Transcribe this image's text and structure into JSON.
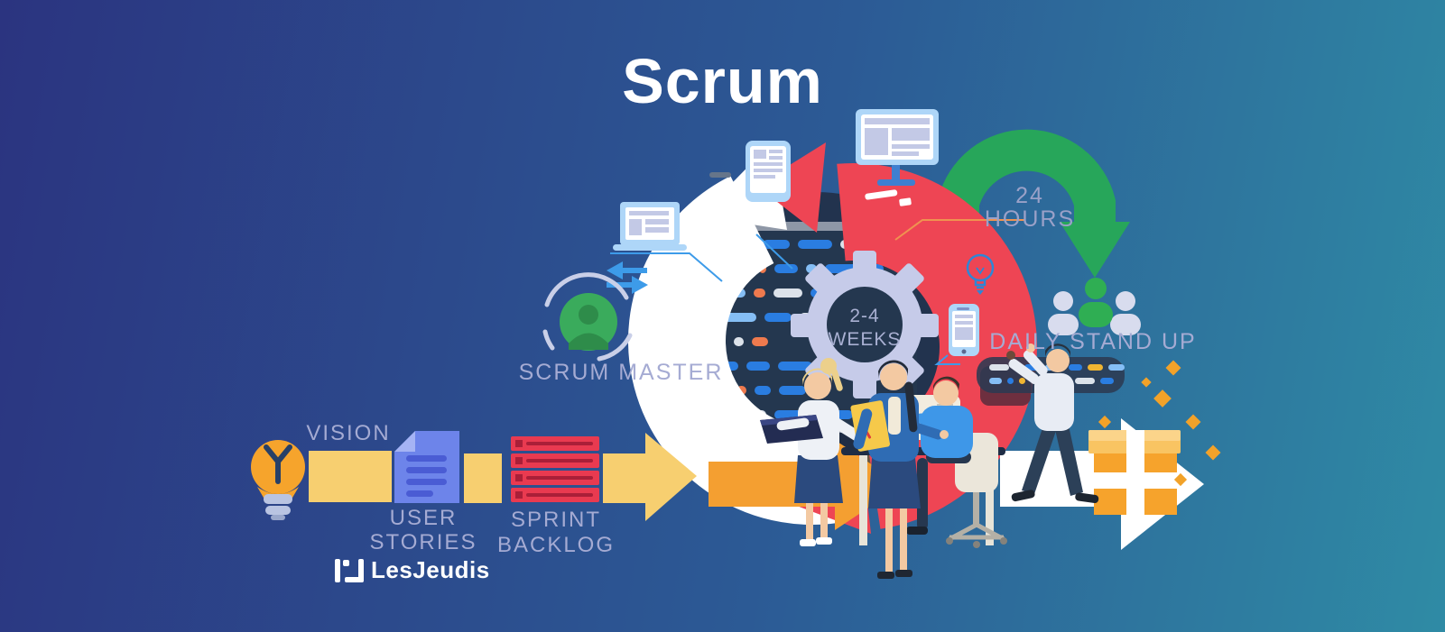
{
  "title": "Scrum",
  "palette": {
    "background_left": "#2b3480",
    "background_right": "#2f8ba5",
    "label_lavender": "#a5abd3",
    "cycle_red": "#ee4554",
    "daily_green": "#27a65a",
    "flow_yellow": "#f7cf70",
    "flow_orange": "#f49f31",
    "screen_navy": "#24374f",
    "gear_lavender": "#c6cbe9"
  },
  "labels": {
    "vision": "VISION",
    "user_stories_line1": "USER",
    "user_stories_line2": "STORIES",
    "sprint_backlog": "SPRINT BACKLOG",
    "scrum_master": "SCRUM MASTER",
    "sprint_length_line1": "2-4",
    "sprint_length_line2": "WEEKS",
    "daily_cycle_line1": "24",
    "daily_cycle_line2": "HOURS",
    "daily_standup": "DAILY STAND UP"
  },
  "logo": {
    "text": "LesJeudis"
  }
}
